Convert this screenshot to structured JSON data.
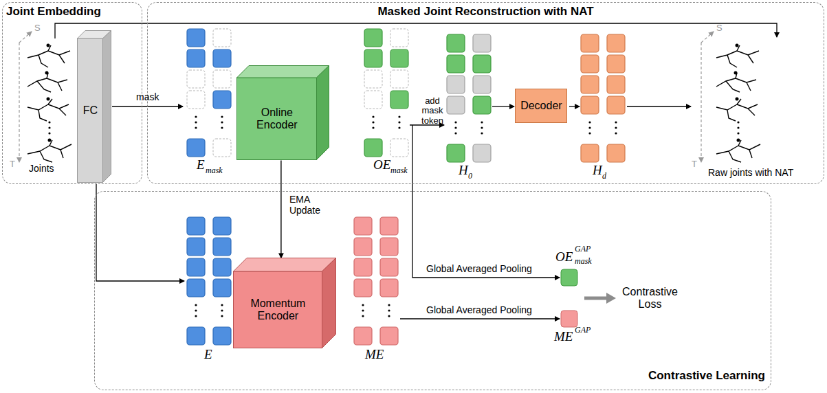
{
  "diagram": {
    "nodes": [
      {
        "text": [
          "Joint Embedding"
        ]
      },
      {
        "text": [
          "Masked Joint Reconstruction with NAT"
        ]
      },
      {
        "text": [
          "Contrastive Learning"
        ]
      },
      {
        "text": [
          "FC"
        ],
        "in": 0
      },
      {
        "text": [
          "Online Encoder"
        ],
        "in": 1
      },
      {
        "text": [
          "Decoder"
        ],
        "in": 1
      },
      {
        "text": [
          "Momentum Encoder"
        ],
        "in": 2
      }
    ],
    "edges": [
      {
        "from": 4,
        "to": 6,
        "label": "EMA Update",
        "arrow": "to"
      }
    ],
    "labels": [
      "S",
      "T",
      "Joints",
      "mask",
      "E",
      "mask",
      "OE",
      "mask",
      "add mask token",
      "H",
      "0",
      "H",
      "d",
      "S",
      "T",
      "Raw joints with NAT",
      "E",
      "ME",
      "Global Averaged Pooling",
      "OE",
      "GAP",
      "mask",
      "Global Averaged Pooling",
      "ME",
      "GAP",
      "Contrastive Loss"
    ]
  }
}
